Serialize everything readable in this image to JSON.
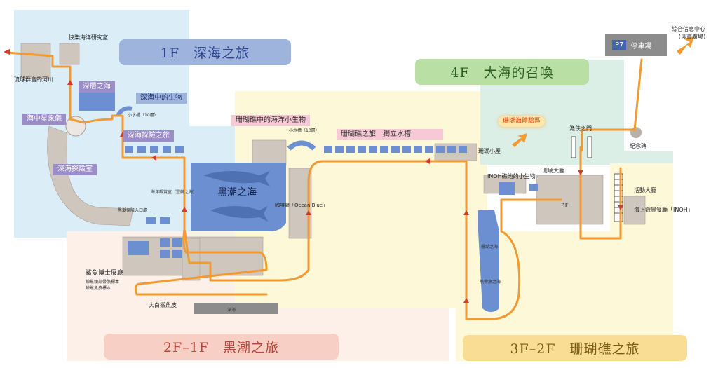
{
  "zones": {
    "zone_1f": "1F　深海之旅",
    "zone_4f": "4F　大海的召喚",
    "zone_2f1f": "2F–1F　黑潮之旅",
    "zone_3f2f": "3F–2F　珊瑚礁之旅"
  },
  "areas": {
    "deep_layer_sea": "深層之海",
    "deep_sea_creatures": "深海中的生物",
    "sea_planetarium": "海中星象儀",
    "deep_sea_tour": "深海探險之旅",
    "deep_sea_room": "深海探險室",
    "coral_small_creatures": "珊瑚礁中的海洋小生物",
    "coral_tank": "珊瑚礁之旅　獨立水槽",
    "kuroshio_sea": "黑潮之海",
    "coral_experience_area": "珊瑚海體驗區",
    "inoh_creatures": "INOH礁池的小生物",
    "coral_hall": "珊瑚大廳",
    "event_hall": "活動大廳",
    "ocean_restaurant": "海上觀景餐廳「INOH」",
    "fisherman_gate": "漁伕之門",
    "monument": "紀念碑",
    "floor_3f": "3F",
    "coral_house": "珊瑚小屋",
    "ocean_blue_cafe": "咖啡廳「Ocean Blue」",
    "shark_hall": "鯊魚博士展廳",
    "whale_shark_specimen": "鯨鯊頭部骨骼標本",
    "shark_jaw_specimen": "鯨鯊魚皮標本",
    "great_white_skin": "大白鯊魚皮",
    "happy_lab": "快樂海洋研究室",
    "ryukyu_river": "琉球群島的河川",
    "ocean_theater": "海洋觀賞室（豐饒之海）",
    "kuroshio_entrance": "黑潮探險入口處",
    "small_tank_1": "小水槽（10層）",
    "small_tank_2": "小水槽（10層）",
    "dark_zone": "深海",
    "ryukyu_pool": "熱帶魚之海",
    "coral_sea": "珊瑚之海"
  },
  "parking": {
    "badge": "P7",
    "label": "停車場"
  },
  "info_center": {
    "line1": "綜合信息中心",
    "line2": "（迎賓廣場）"
  },
  "colors": {
    "zone_1f_bg": "#dbeef8",
    "zone_4f_bg": "#dcefe6",
    "zone_kuroshio_bg": "#fdf0e8",
    "zone_coral_bg": "#fdf8d8",
    "route": "#f29a32",
    "tank_blue": "#6b8fd0",
    "label_purple": "#9b8ec8",
    "label_pink": "#f7c8d6",
    "label_blue": "#9fb4dc",
    "banner_1f": "#9fb4dc",
    "banner_4f": "#b9dfa5",
    "banner_2f1f": "#f7cfc4",
    "banner_3f2f": "#f9dd95"
  }
}
